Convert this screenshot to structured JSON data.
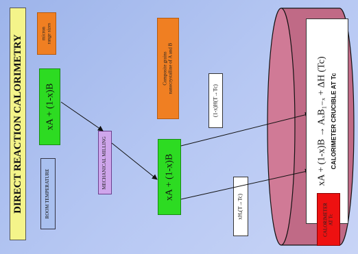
{
  "title": "DIRECT REACTION CALORIMETRY",
  "label_micron": "micron",
  "label_range": "range sizes",
  "label_xA1": "xA + (1-x)B",
  "label_room": "ROOM TEMPERATURE",
  "label_milling": "MECHANICAL MILLING",
  "label_comp1": "Composite grains",
  "label_comp2": "nanocrystalline of A and B",
  "label_xA2": "xA + (1-x)B",
  "label_heat1": "(1-x)H(T→Tc)",
  "label_heat2": "xHₐ(T→Tc)",
  "label_reaction": "xA + (1-x)B → AₓB₁₋ₓ + ΔH (Tc)",
  "label_crucible": "CALORIMETER CRUCIBLE AT Tc",
  "label_cal1": "CALORIMETER",
  "label_cal2": "AT Tc"
}
